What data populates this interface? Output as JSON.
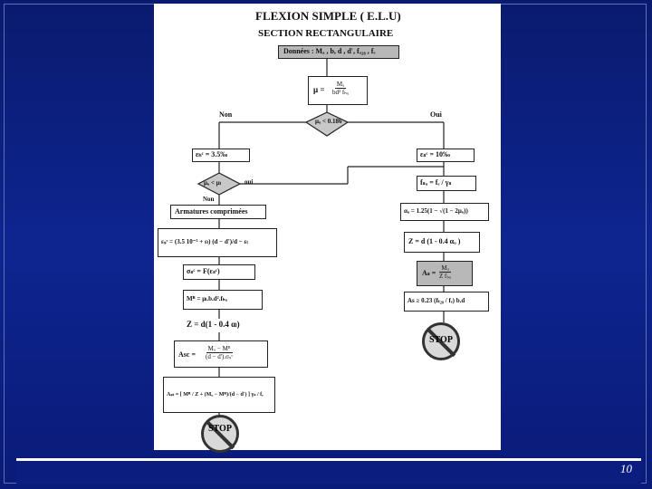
{
  "slide": {
    "page_number": "10"
  },
  "doc": {
    "title": "FLEXION SIMPLE  ( E.L.U)",
    "subtitle": "SECTION RECTANGULAIRE",
    "donnees": "Données : Mₐ , b, d , d', fₐ₂₈ , fₑ",
    "mu_formula": "μ =",
    "mu_num": "Mᵤ",
    "mu_den": "bd² fₕᵤ",
    "label_non": "Non",
    "label_oui": "Oui",
    "decision1": "μᵤ < 0.186",
    "eps_bc": "εₕᶜ = 3.5‰",
    "eps_sc": "εₛᶜ = 10‰",
    "decision2": "μᵤ < μₗ",
    "label_oui2": "oui",
    "label_non2": "Non",
    "armatures": "Armatures comprimées",
    "fsu": "fₛᵤ = fₑ / γₛ",
    "eps_sc_formula": "εₛᶜ = (3.5 10⁻³ + εₗ) (d − d')/d − εₗ",
    "alpha_formula": "αᵤ = 1.25(1 − √(1 − 2μᵤ))",
    "sigma_sc": "σₛᶜ = F(εₛᶜ)",
    "z_right": "Z = d (1 - 0.4 αᵤ )",
    "as_right_lhs": "Aₛ =",
    "as_right_num": "Mᵤ",
    "as_right_den": "Z fₛᵤ",
    "mr_formula": "Mᴿ = μₗ.b.d².fₕᵤ",
    "as_min": "As ≥ 0.23 (fₜ₂₈ / fₑ) b.d",
    "z_left": "Z = d(1 - 0.4 αₗ)",
    "asc_lhs": "Asc =",
    "asc_num": "Mᵤ − Mᴿ",
    "asc_den": "(d − d').σₛᶜ",
    "ast_formula": "Aₛₜ = [ Mᴿ / Z + (Mᵤ − Mᴿ)/(d − d') ] γₛ / fₑ",
    "stop_label": "STOP"
  }
}
